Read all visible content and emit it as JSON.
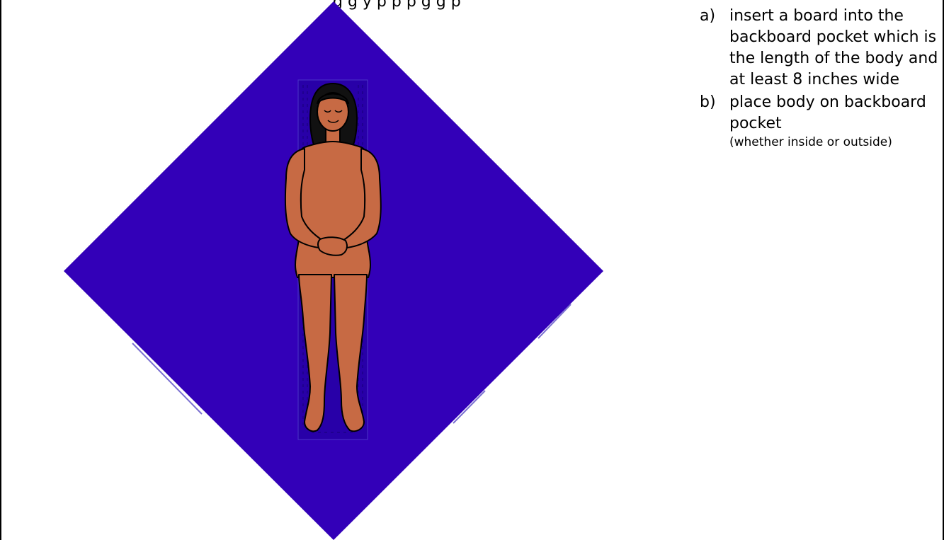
{
  "header": {
    "cut_off_caption": "g   g  y p p p   g   g   p"
  },
  "colors": {
    "pouch": "#3300B8",
    "backboard": "#2800A8",
    "skin": "#C76A44",
    "hair": "#111111",
    "outline": "#000000"
  },
  "illustration": {
    "icon": "body-on-backboard-in-pouch"
  },
  "steps": [
    {
      "marker": "a)",
      "text": "insert a board into the backboard pocket which is the length of the body and at least 8 inches wide",
      "note": ""
    },
    {
      "marker": "b)",
      "text": "place body on backboard pocket",
      "note": "(whether inside or outside)"
    }
  ]
}
